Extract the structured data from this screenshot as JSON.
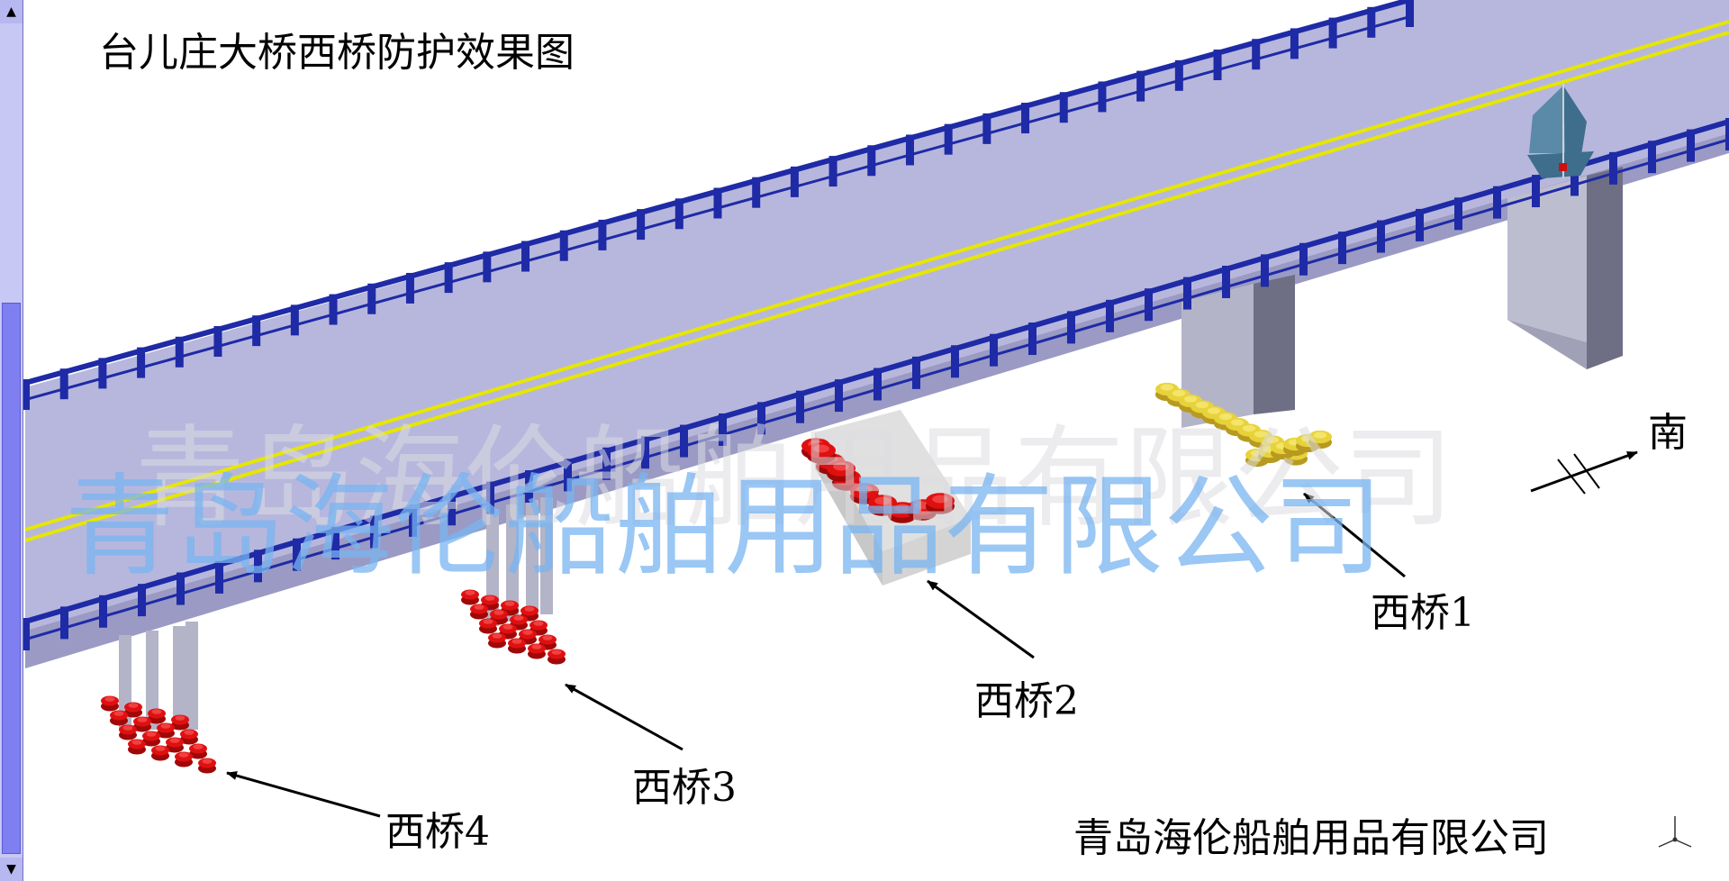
{
  "title": "台儿庄大桥西桥防护效果图",
  "direction_label": "南",
  "pier_labels": {
    "west1": "西桥1",
    "west2": "西桥2",
    "west3": "西桥3",
    "west4": "西桥4"
  },
  "company": "青岛海伦船舶用品有限公司",
  "watermark": {
    "back": "青岛海伦船舶用品有限公司",
    "front": "青岛海伦船舶用品有限公司"
  },
  "scrollbar": {
    "up_glyph": "▲",
    "down_glyph": "▼"
  },
  "colors": {
    "deck": "#b7b7dd",
    "deck_side": "#8e8ebb",
    "railing": "#1e2aa6",
    "centerline": "#e6e600",
    "pier": "#b4b4c8",
    "fender_red": "#e01010",
    "fender_yellow": "#e8d23a"
  },
  "icons": [
    "boat-icon",
    "axis-triad-icon",
    "arrow-icon"
  ]
}
